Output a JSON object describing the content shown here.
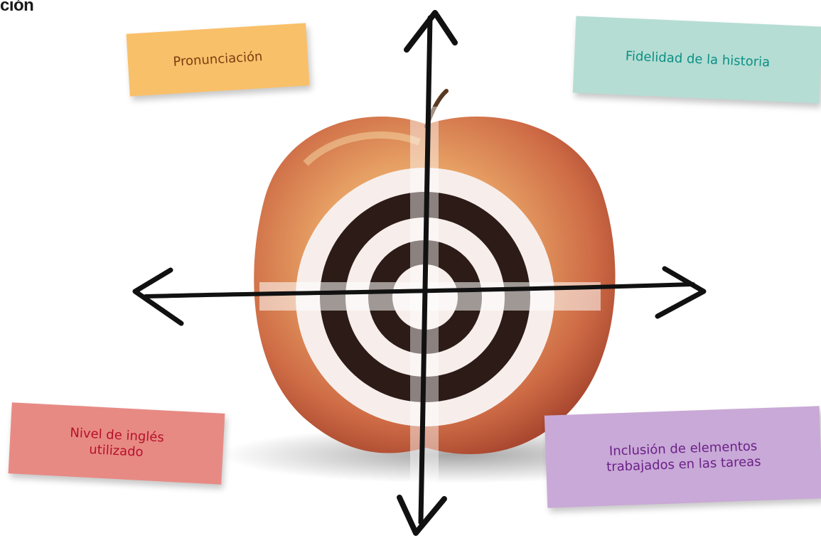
{
  "header": {
    "title": "ción"
  },
  "notes": {
    "pronunciacion": {
      "label": "Pronunciación"
    },
    "fidelidad": {
      "label": "Fidelidad de la historia"
    },
    "nivel": {
      "label": "Nivel de inglés\nutilizado"
    },
    "inclusion": {
      "label": "Inclusión de elementos\ntrabajados en las tareas"
    }
  },
  "colors": {
    "note_orange": "#f9c06a",
    "note_orange_text": "#7a3e10",
    "note_teal": "#b5ddd4",
    "note_teal_text": "#0c8f83",
    "note_red": "#e88a84",
    "note_red_text": "#b5112a",
    "note_purple": "#c9a9d7",
    "note_purple_text": "#6a2088",
    "apple_red": "#c9593e",
    "apple_yellow": "#e8b062",
    "target_dark": "#2c1b16",
    "target_light": "#f7eeeb",
    "arrow": "#111111"
  },
  "icons": {
    "apple": "apple-icon",
    "target": "target-icon",
    "arrows": "crosshair-arrows-icon"
  }
}
